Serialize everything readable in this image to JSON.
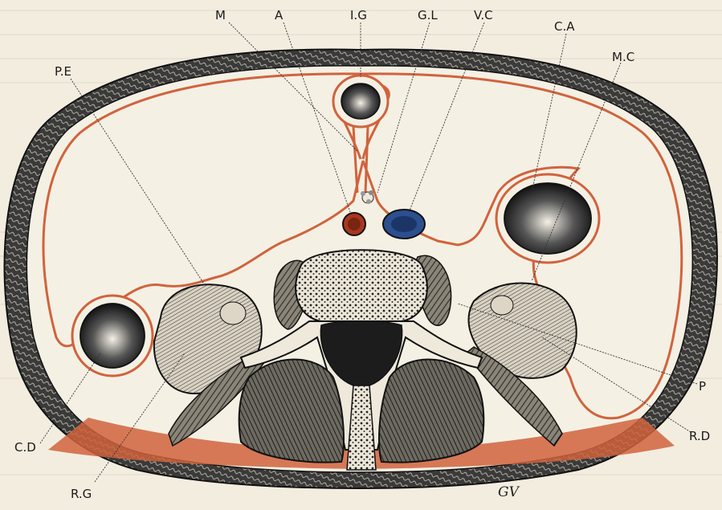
{
  "colors": {
    "paper": "#f3ede0",
    "serous_red": "#d0633d",
    "vein_blue": "#2b4f8f",
    "artery_red": "#a8381f",
    "ink": "#1a1a1a"
  },
  "labels": {
    "M": "M",
    "A": "A",
    "IG": "I.G",
    "GL": "G.L",
    "VC": "V.C",
    "CA": "C.A",
    "MC": "M.C",
    "PE": "P.E",
    "P": "P",
    "RD": "R.D",
    "CD": "C.D",
    "RG": "R.G"
  },
  "signature": "GV"
}
